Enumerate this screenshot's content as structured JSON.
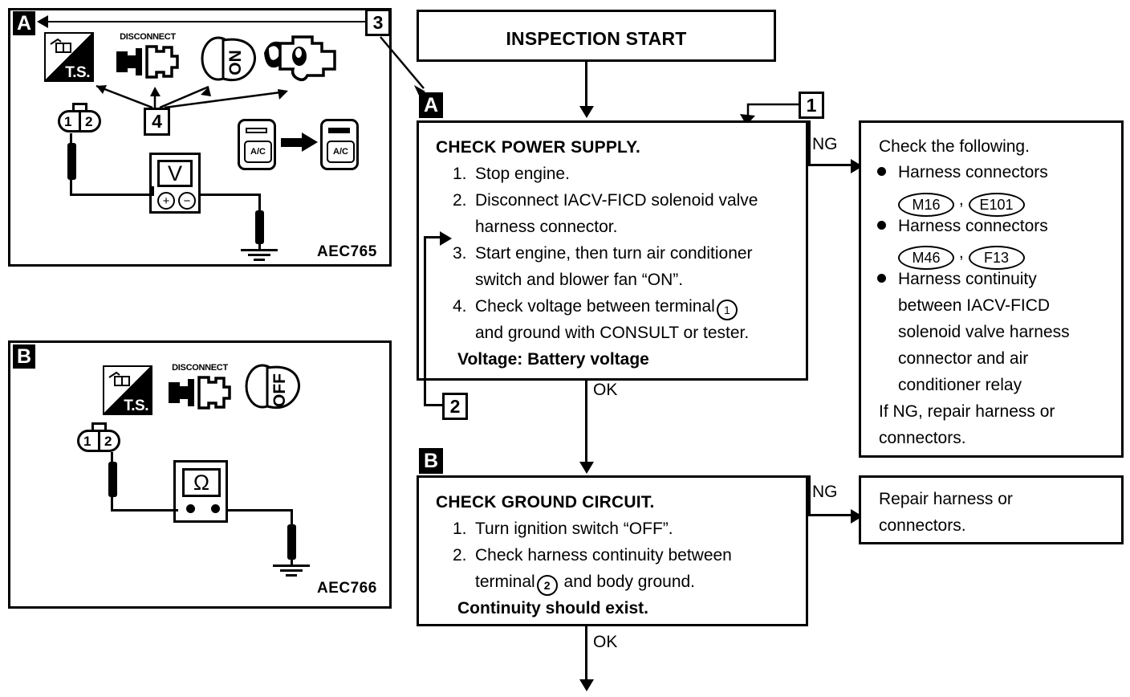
{
  "flow": {
    "start_label": "INSPECTION START",
    "ok_label_1": "OK",
    "ok_label_2": "OK",
    "ng_label_1": "NG",
    "ng_label_2": "NG",
    "marker_a": "A",
    "marker_b": "B",
    "callout_1": "1",
    "callout_2": "2",
    "callout_3": "3",
    "callout_4": "4"
  },
  "check_power_supply": {
    "title": "CHECK POWER SUPPLY.",
    "steps": [
      {
        "num": "1.",
        "text": "Stop engine."
      },
      {
        "num": "2.",
        "text": "Disconnect IACV-FICD solenoid valve"
      },
      {
        "num": "",
        "text": "harness connector."
      },
      {
        "num": "3.",
        "text": "Start engine, then turn air conditioner"
      },
      {
        "num": "",
        "text": "switch and blower fan “ON”."
      },
      {
        "num": "4.",
        "text": "Check voltage between terminal"
      },
      {
        "num": "",
        "text": "and ground with CONSULT or tester."
      }
    ],
    "terminal_circle": "1",
    "result": "Voltage: Battery voltage"
  },
  "check_ground_circuit": {
    "title": "CHECK GROUND CIRCUIT.",
    "steps": [
      {
        "num": "1.",
        "text": "Turn ignition switch “OFF”."
      },
      {
        "num": "2.",
        "text": "Check harness continuity between"
      },
      {
        "num": "",
        "text": "terminal"
      },
      {
        "num": "",
        "text": "and body ground."
      }
    ],
    "terminal_circle": "2",
    "result": "Continuity should exist."
  },
  "ng_box_1": {
    "intro": "Check the following.",
    "bullets": [
      {
        "text": "Harness connectors",
        "tags": [
          "M16",
          "E101"
        ]
      },
      {
        "text": "Harness connectors",
        "tags": [
          "M46",
          "F13"
        ]
      },
      {
        "lines": [
          "Harness continuity",
          "between IACV-FICD",
          "solenoid valve harness",
          "connector and air",
          "conditioner relay"
        ],
        "tags": []
      }
    ],
    "footer": [
      "If NG, repair harness or",
      "connectors."
    ]
  },
  "ng_box_2": {
    "lines": [
      "Repair harness or",
      "connectors."
    ]
  },
  "panel_a": {
    "marker": "A",
    "code": "AEC765",
    "icons": {
      "ts_label": "T.S.",
      "disconnect_label": "DISCONNECT",
      "ignition_label": "ON",
      "ac_switch_label": "A/C"
    },
    "connector": {
      "pin1": "1",
      "pin2": "2"
    },
    "meter_symbol": "V",
    "meter_plus": "+",
    "meter_minus": "−"
  },
  "panel_b": {
    "marker": "B",
    "code": "AEC766",
    "icons": {
      "ts_label": "T.S.",
      "disconnect_label": "DISCONNECT",
      "ignition_label": "OFF"
    },
    "connector": {
      "pin1": "1",
      "pin2": "2"
    },
    "meter_symbol": "Ω"
  },
  "colors": {
    "ink": "#000000",
    "paper": "#ffffff"
  }
}
